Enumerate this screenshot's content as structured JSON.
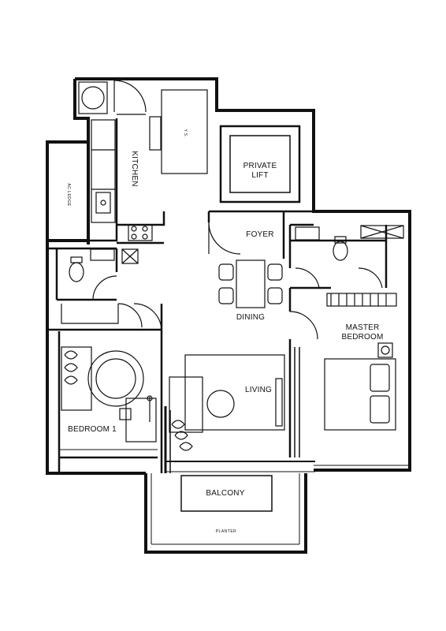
{
  "rooms": {
    "kitchen": "KITCHEN",
    "private_lift": "PRIVATE\nLIFT",
    "foyer": "FOYER",
    "dining": "DINING",
    "master_bedroom": "MASTER\nBEDROOM",
    "living": "LIVING",
    "bedroom_1": "BEDROOM 1",
    "balcony": "BALCONY",
    "ac_ledge": "AC LEDGE",
    "planter": "PLANTER",
    "ys": "Y.S."
  }
}
